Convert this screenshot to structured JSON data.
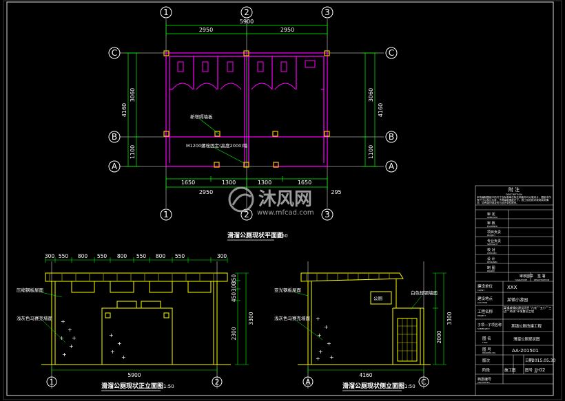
{
  "axes": {
    "col": [
      "1",
      "2",
      "3"
    ],
    "row": [
      "C",
      "B",
      "A"
    ]
  },
  "plan": {
    "dim_total": "5900",
    "dim_half_left": "2950",
    "dim_half_right": "2950",
    "dim_left_1": "3060",
    "dim_left_total": "4160",
    "dim_left_2": "1100",
    "dim_right_1": "3060",
    "dim_right_total": "4160",
    "dim_right_2": "1100",
    "dim_bottom_segments": [
      "1650",
      "1300",
      "1300",
      "1650"
    ],
    "dim_bottom_half_left": "2950",
    "dim_bottom_half_right": "295",
    "note1": "新增隔墙板",
    "note2": "M1200螺栓固定(高度2000)墙",
    "title": "滑溜公厕现状平面图",
    "scale": "1:50"
  },
  "front": {
    "top_dims": [
      "300",
      "550",
      "800",
      "550",
      "800",
      "550",
      "800",
      "550",
      "300"
    ],
    "right_dims": [
      "350",
      "300",
      "450",
      "3300",
      "2300"
    ],
    "dim_total": "5900",
    "note_top": "压缩钢板屋面",
    "note_wall": "浅灰色马赛克墙面",
    "title": "滑溜公厕现状正立面图",
    "scale": "1:50"
  },
  "side": {
    "note_top": "亚光钢板屋面",
    "note_wall": "浅灰色马赛克墙面",
    "note_right": "白色轻钢墙面",
    "sign": "公厕",
    "dim_total": "4160",
    "dim_right_1": "3300",
    "dim_right_2": "2000",
    "title": "滑溜公厕现状侧立面图",
    "scale": "1:50"
  },
  "watermark": {
    "brand": "沐风网",
    "url": "www.mfcad.com"
  },
  "titleblock": {
    "remarks_head": "附 注",
    "remarks_sub": "DESCRIPTION",
    "remarks_text": "本所编制图纸中的尺寸及标高单位除注明者外均以毫米计，图纸中所有尺寸以标注为准，不得量取图纸尺寸。施工前应核对现场实际情况，如有疑问请及时与设计单位联系。",
    "roles": [
      {
        "label": "审 定",
        "en": "APPROVED"
      },
      {
        "label": "审 核",
        "en": "EXAMINED"
      },
      {
        "label": "项目负责",
        "en": "PROJECT"
      },
      {
        "label": "专业负责",
        "en": "SPECIALITY"
      },
      {
        "label": "校 对",
        "en": "CHECKED"
      },
      {
        "label": "设 计",
        "en": "DESIGNED"
      },
      {
        "label": "制 图",
        "en": "DRAWN"
      }
    ],
    "sign_cols": [
      "审核图章",
      "签 署"
    ],
    "sign_cols_en": [
      "SIGNATURE",
      "REGISTRATION"
    ],
    "client_label": "建设单位",
    "client_en": "CLIENT",
    "client": "XXX",
    "site_label": "建设地点",
    "site_en": "LOCATION",
    "site": "某镇小游园",
    "project_label": "工程名称",
    "project_en": "PROJECT",
    "project": "某镇城镇化建设项目“六化”“五小”“三边”“两线”环境整治工程",
    "subitem_label": "子项—子项名称",
    "subitem_en": "SUBPROJECT",
    "subitem": "某镇公厕改建工程",
    "drawing_label": "图 名",
    "drawing_en": "TITLE",
    "drawing": "滑溜公厕现状图",
    "no_label": "图 号",
    "no_en": "DRAWING NO.",
    "no": "AA-201501",
    "version_label": "版次",
    "date_label": "日期",
    "date": "2015.05.30",
    "stage_label": "阶段",
    "stage": "施工图",
    "sheet_label": "图号",
    "sheet": "JJ-02",
    "code_label": "档案编号",
    "code_en": "ARCHIVE NO."
  },
  "colors": {
    "wall": "#ff00ff",
    "dim": "#00ff00",
    "axis": "#ffffff",
    "column": "#ffc000",
    "facade": "#ffff00",
    "frame": "#ffffff"
  }
}
